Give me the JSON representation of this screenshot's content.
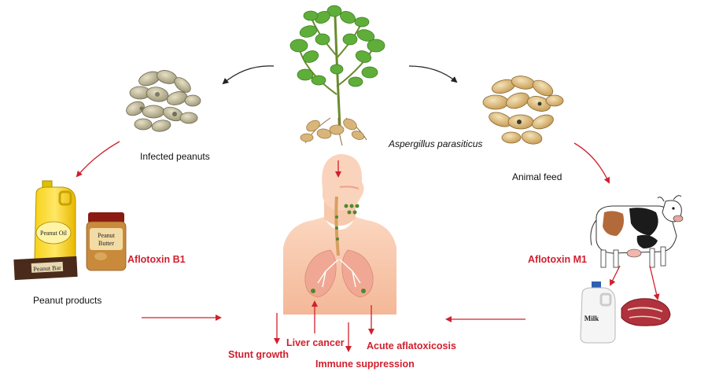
{
  "labels": {
    "infected_peanuts": "Infected peanuts",
    "aspergillus": "Aspergillus parasiticus",
    "animal_feed": "Animal feed",
    "peanut_products": "Peanut products",
    "aflatoxin_b1": "Aflotoxin B1",
    "aflatoxin_m1": "Aflotoxin M1"
  },
  "effects": {
    "stunt_growth": "Stunt growth",
    "liver_cancer": "Liver cancer",
    "immune_suppression": "Immune suppression",
    "acute_aflatoxicosis": "Acute aflatoxicosis"
  },
  "product_tags": {
    "oil": "Peanut Oil",
    "butter_line1": "Peanut",
    "butter_line2": "Butter",
    "bar": "Peanut Bar",
    "milk": "Milk"
  },
  "colors": {
    "arrow_black": "#222222",
    "arrow_red": "#d0202e",
    "effect_text": "#d0202e",
    "body": "#f6c6a8",
    "lungs": "#f3b5a0"
  }
}
